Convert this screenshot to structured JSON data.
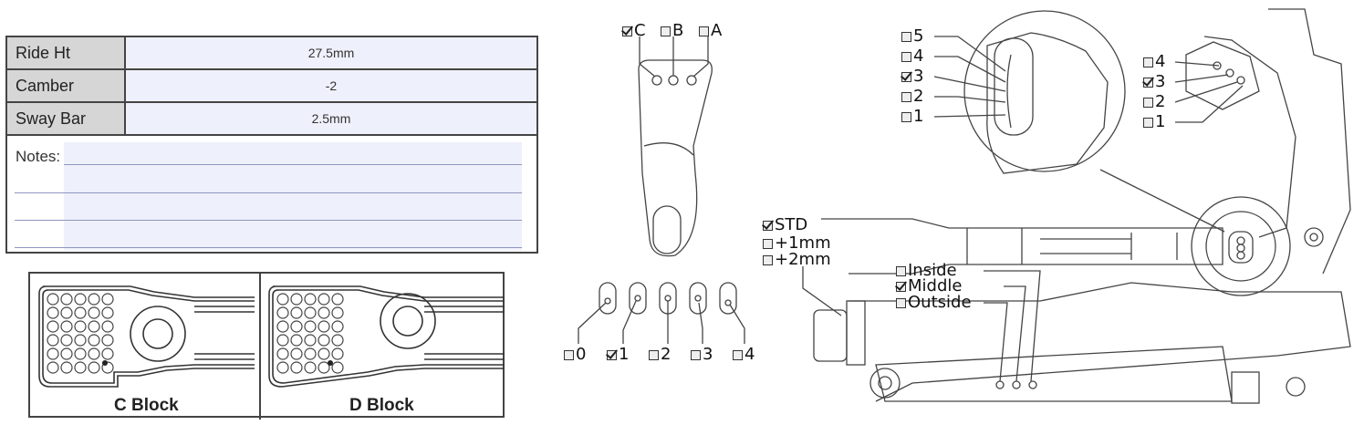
{
  "setup_table": {
    "rows": [
      {
        "label": "Ride Ht",
        "value": "27.5mm"
      },
      {
        "label": "Camber",
        "value": "-2"
      },
      {
        "label": "Sway Bar",
        "value": "2.5mm"
      }
    ],
    "notes_label": "Notes:"
  },
  "blocks": {
    "c_label": "C Block",
    "d_label": "D Block"
  },
  "camber_link_top": {
    "options": [
      {
        "label": "C",
        "checked": true
      },
      {
        "label": "B",
        "checked": false
      },
      {
        "label": "A",
        "checked": false
      }
    ]
  },
  "camber_link_bottom": {
    "options": [
      {
        "label": "0",
        "checked": false
      },
      {
        "label": "1",
        "checked": true
      },
      {
        "label": "2",
        "checked": false
      },
      {
        "label": "3",
        "checked": false
      },
      {
        "label": "4",
        "checked": false
      }
    ]
  },
  "hub_height": {
    "options": [
      {
        "label": "STD",
        "checked": true
      },
      {
        "label": "+1mm",
        "checked": false
      },
      {
        "label": "+2mm",
        "checked": false
      }
    ]
  },
  "arm_mount": {
    "options": [
      {
        "label": "Inside",
        "checked": false
      },
      {
        "label": "Middle",
        "checked": true
      },
      {
        "label": "Outside",
        "checked": false
      }
    ]
  },
  "tower_zoom": {
    "options": [
      {
        "label": "5",
        "checked": false
      },
      {
        "label": "4",
        "checked": false
      },
      {
        "label": "3",
        "checked": true
      },
      {
        "label": "2",
        "checked": false
      },
      {
        "label": "1",
        "checked": false
      }
    ]
  },
  "rocker": {
    "options": [
      {
        "label": "4",
        "checked": false
      },
      {
        "label": "3",
        "checked": true
      },
      {
        "label": "2",
        "checked": false
      },
      {
        "label": "1",
        "checked": false
      }
    ]
  },
  "colors": {
    "line": "#333333",
    "field_bg": "#eef0fb",
    "label_bg": "#d6d6d6"
  }
}
